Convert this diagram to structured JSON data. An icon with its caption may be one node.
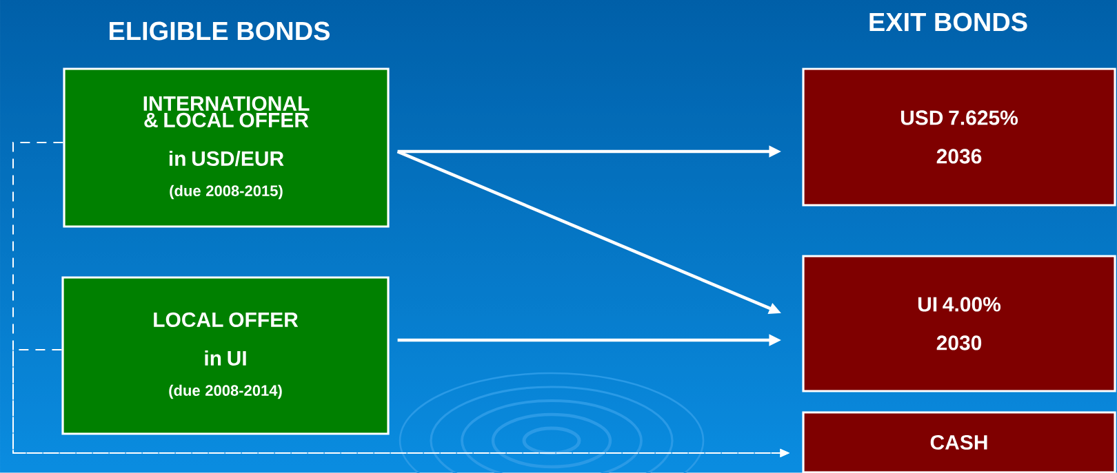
{
  "diagram": {
    "nodes": [
      {
        "text": [
          "INTERNATIONAL & LOCAL OFFER",
          "in USD/EUR",
          "(due 2008-2015)"
        ]
      },
      {
        "text": [
          "LOCAL OFFER",
          "in UI",
          "(due 2008-2014)"
        ]
      },
      {
        "text": [
          "USD 7.625%",
          "2036"
        ]
      },
      {
        "text": [
          "UI 4.00%",
          "2030"
        ]
      },
      {
        "text": [
          "CASH"
        ]
      }
    ],
    "edges": [
      {
        "from": 0,
        "to": 2,
        "arrow": "to"
      },
      {
        "from": 0,
        "to": 3,
        "arrow": "to"
      },
      {
        "from": 1,
        "to": 3,
        "arrow": "to"
      },
      {
        "from": 0,
        "to": 4,
        "arrow": "to",
        "style": "dashed"
      },
      {
        "from": 1,
        "to": 4,
        "arrow": "to",
        "style": "dashed"
      }
    ],
    "labels": [
      "ELIGIBLE BONDS",
      "EXIT BONDS"
    ]
  }
}
